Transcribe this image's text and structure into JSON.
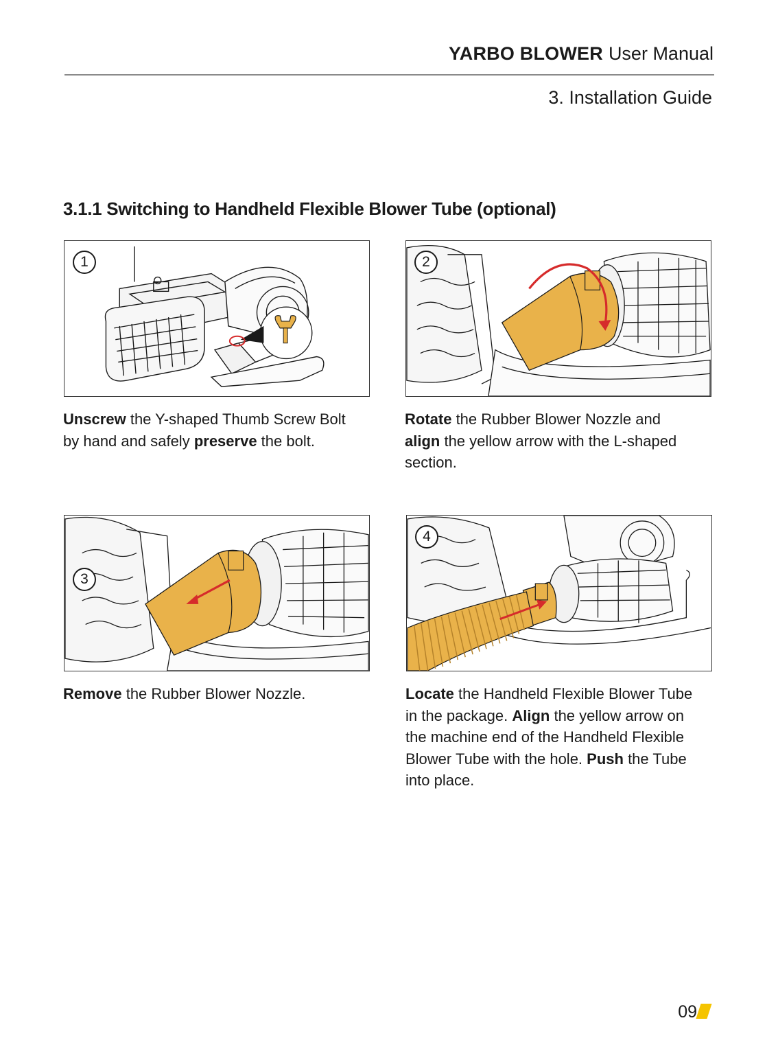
{
  "header": {
    "brand": "YARBO BLOWER",
    "subtitle": "User Manual",
    "section": "3. Installation Guide"
  },
  "title": "3.1.1 Switching to Handheld Flexible Blower Tube (optional)",
  "steps": [
    {
      "number": "1",
      "parts": [
        {
          "text": "Unscrew",
          "bold": true
        },
        {
          "text": " the Y-shaped Thumb Screw Bolt by hand and safely ",
          "bold": false
        },
        {
          "text": "preserve",
          "bold": true
        },
        {
          "text": " the bolt.",
          "bold": false
        }
      ]
    },
    {
      "number": "2",
      "parts": [
        {
          "text": "Rotate",
          "bold": true
        },
        {
          "text": " the Rubber Blower Nozzle and ",
          "bold": false
        },
        {
          "text": "align",
          "bold": true
        },
        {
          "text": " the yellow arrow with the L-shaped section.",
          "bold": false
        }
      ]
    },
    {
      "number": "3",
      "parts": [
        {
          "text": "Remove",
          "bold": true
        },
        {
          "text": " the Rubber Blower Nozzle.",
          "bold": false
        }
      ]
    },
    {
      "number": "4",
      "parts": [
        {
          "text": "Locate",
          "bold": true
        },
        {
          "text": " the Handheld Flexible Blower Tube in the package. ",
          "bold": false
        },
        {
          "text": "Align",
          "bold": true
        },
        {
          "text": " the yellow arrow on the machine end of the Handheld Flexible Blower Tube with the hole. ",
          "bold": false
        },
        {
          "text": "Push",
          "bold": true
        },
        {
          "text": " the Tube into place.",
          "bold": false
        }
      ]
    }
  ],
  "page_number": "09",
  "colors": {
    "accent_yellow": "#f5c400",
    "nozzle_orange": "#e9b24a",
    "arrow_red": "#d62b2b",
    "rule_gray": "#8a8a8a"
  }
}
